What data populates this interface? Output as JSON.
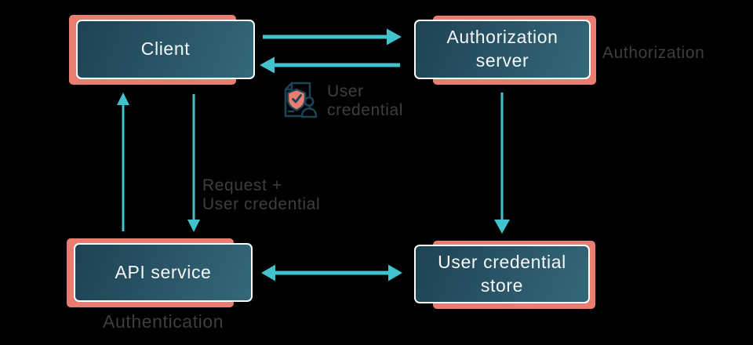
{
  "colors": {
    "background": "#000000",
    "accent_salmon": "#e87d70",
    "arrow_teal": "#41c2cc",
    "box_grad_start": "#1d4254",
    "box_grad_end": "#346879",
    "box_border": "#ffffff",
    "box_text": "#f7f7f7",
    "label_gray": "#3e3e3e",
    "icon_stroke": "#1d4456"
  },
  "nodes": {
    "client": {
      "label": "Client"
    },
    "authorization_server": {
      "label": "Authorization\nserver"
    },
    "api_service": {
      "label": "API service"
    },
    "user_credential_store": {
      "label": "User credential\nstore"
    }
  },
  "labels": {
    "authorization": "Authorization",
    "authentication": "Authentication",
    "user_credential": "User\ncredential",
    "request_plus_user_credential": "Request +\nUser credential"
  },
  "icons": {
    "user_credential_icon": "document-with-shield-check-and-person"
  },
  "arrows": [
    {
      "name": "client-to-authorization-server",
      "direction": "right"
    },
    {
      "name": "authorization-server-to-client",
      "direction": "left"
    },
    {
      "name": "client-to-api-service",
      "direction": "down"
    },
    {
      "name": "api-service-to-client",
      "direction": "up"
    },
    {
      "name": "authorization-server-to-user-credential-store",
      "direction": "down"
    },
    {
      "name": "api-service-to-user-credential-store",
      "direction": "both"
    }
  ]
}
